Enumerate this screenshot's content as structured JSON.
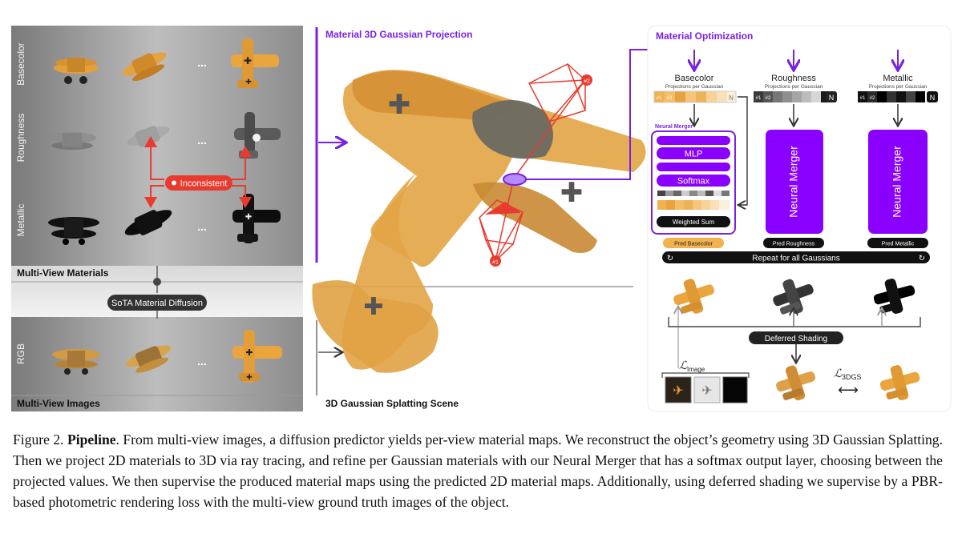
{
  "left_panel": {
    "row_labels": [
      "Basecolor",
      "Roughness",
      "Metallic"
    ],
    "ellipsis": "...",
    "inconsistent_badge": "Inconsistent",
    "multi_view_materials": "Multi-View Materials",
    "diffusion_badge": "SoTA Material Diffusion",
    "rgb_label": "RGB",
    "multi_view_images": "Multi-View Images"
  },
  "center_panel": {
    "title": "Material 3D Gaussian Projection",
    "scene_label": "3D Gaussian Splatting Scene",
    "camera_1": "#1",
    "camera_2": "#2"
  },
  "right_panel": {
    "title": "Material Optimization",
    "subtitle": "Projections per Gaussian",
    "columns": [
      {
        "name": "Basecolor",
        "output": "Pred Basecolor"
      },
      {
        "name": "Roughness",
        "output": "Pred Roughness"
      },
      {
        "name": "Metallic",
        "output": "Pred Metallic"
      }
    ],
    "proj_first": "#1",
    "proj_second": "#2",
    "proj_last": "N",
    "merger_title": "Neural Merger",
    "mlp": "MLP",
    "softmax": "Softmax",
    "weighted_sum": "Weighted Sum",
    "merger_vertical": "Neural Merger",
    "repeat": "Repeat for all Gaussians",
    "repeat_icon": "↻",
    "deferred": "Deferred Shading",
    "loss_image": "ℒ",
    "loss_image_sub": "Image",
    "loss_3dgs": "ℒ",
    "loss_3dgs_sub": "3DGS",
    "loss_arrow": "⟷"
  },
  "caption": {
    "figure": "Figure 2.",
    "bold": "Pipeline",
    "text": ". From multi-view images, a diffusion predictor yields per-view material maps. We reconstruct the object’s geometry using 3D Gaussian Splatting. Then we project 2D materials to 3D via ray tracing, and refine per Gaussian materials with our Neural Merger that has a softmax output layer, choosing between the projected values. We then supervise the produced material maps using the predicted 2D material maps. Additionally, using deferred shading we supervise by a PBR-based photometric rendering loss with the multi-view ground truth images of the object."
  },
  "colors": {
    "purple": "#7a1fe6",
    "violet_box": "#8a00ff",
    "red": "#e83a2e",
    "orange": "#e9a53a",
    "gray_panel": "#8a8a8a"
  }
}
